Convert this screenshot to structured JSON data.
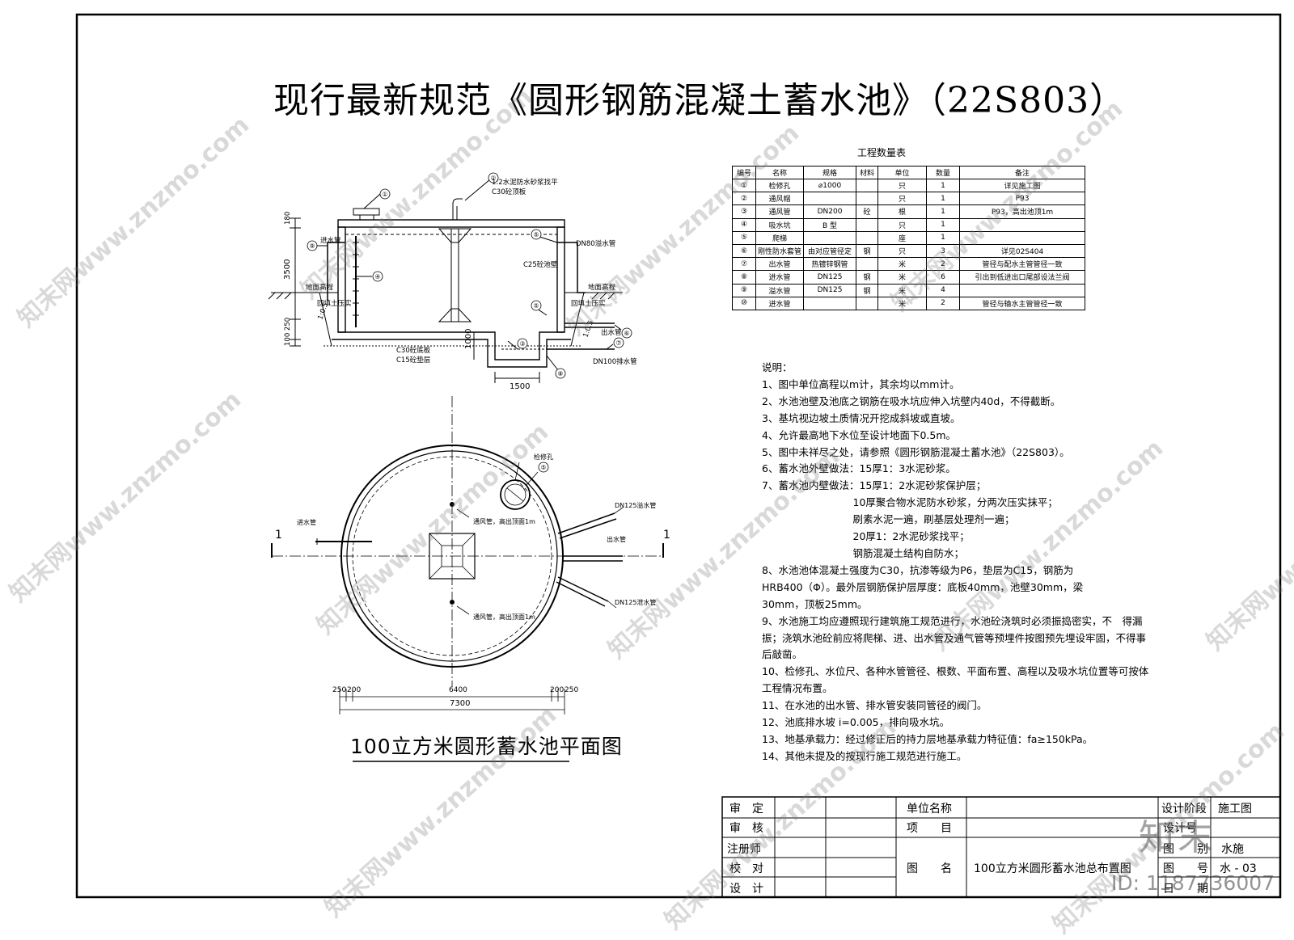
{
  "title": "现行最新规范《圆形钢筋混凝土蓄水池》（22S803）",
  "quantity_table": {
    "title": "工程数量表",
    "headers": [
      "编号",
      "名称",
      "规格",
      "材料",
      "单位",
      "数量",
      "备注"
    ],
    "rows": [
      [
        "①",
        "检修孔",
        "⌀1000",
        "",
        "只",
        "1",
        "详见施工图"
      ],
      [
        "②",
        "通风帽",
        "",
        "",
        "只",
        "1",
        "P93"
      ],
      [
        "③",
        "通风管",
        "DN200",
        "砼",
        "根",
        "1",
        "P93，高出池顶1m"
      ],
      [
        "④",
        "吸水坑",
        "B 型",
        "",
        "只",
        "1",
        ""
      ],
      [
        "⑤",
        "爬梯",
        "",
        "",
        "座",
        "1",
        ""
      ],
      [
        "⑥",
        "刚性防水套管",
        "由对应管径定",
        "钢",
        "只",
        "3",
        "详见02S404"
      ],
      [
        "⑦",
        "出水管",
        "热镀锌钢管",
        "",
        "米",
        "2",
        "管径与配水主管管径一致"
      ],
      [
        "⑧",
        "进水管",
        "DN125",
        "钢",
        "米",
        "6",
        "引出到低进出口尾部设法兰阀"
      ],
      [
        "⑨",
        "溢水管",
        "DN125",
        "钢",
        "米",
        "4",
        ""
      ],
      [
        "⑩",
        "进水管",
        "",
        "",
        "米",
        "2",
        "管径与输水主管管径一致"
      ]
    ]
  },
  "notes": [
    "说明：",
    "1、图中单位高程以m计，其余均以mm计。",
    "2、水池池壁及池底之钢筋在吸水坑应伸入坑壁内40d，不得截断。",
    "3、基坑视边坡土质情况开挖成斜坡或直坡。",
    "4、允许最高地下水位至设计地面下0.5m。",
    "5、图中未祥尽之处，请参照《圆形钢筋混凝土蓄水池》（22S803）。",
    "6、蓄水池外壁做法：15厚1：3水泥砂浆。",
    "7、蓄水池内壁做法：15厚1：2水泥砂浆保护层；",
    "　　　　　　　　　10厚聚合物水泥防水砂浆，分两次压实抹平；",
    "　　　　　　　　　刷素水泥一遍，刷基层处理剂一遍；",
    "　　　　　　　　　20厚1：2水泥砂浆找平；",
    "　　　　　　　　　钢筋混凝土结构自防水；",
    "8、水池池体混凝土强度为C30，抗渗等级为P6，垫层为C15，钢筋为",
    "HRB400（Φ）。最外层钢筋保护层厚度：底板40mm，池壁30mm，梁",
    "30mm，顶板25mm。",
    "9、水池施工均应遵照现行建筑施工规范进行，水池砼浇筑时必须振捣密实，不　得漏",
    "振；浇筑水池砼前应将爬梯、进、出水管及通气管等预埋件按图预先埋设牢固，不得事",
    "后敲凿。",
    "10、检修孔、水位尺、各种水管管径、根数、平面布置、高程以及吸水坑位置等可按体",
    "工程情况布置。",
    "11、在水池的出水管、排水管安装同管径的阀门。",
    "12、池底排水坡 i=0.005，排向吸水坑。",
    "13、地基承载力：经过修正后的持力层地基承载力特征值：fa≥150kPa。",
    "14、其他未提及的按现行施工规范进行施工。"
  ],
  "section": {
    "labels": {
      "mortar": "1:2水泥防水砂浆找平",
      "roof": "C30砼顶板",
      "inlet": "进水管",
      "overflow": "DN80溢水管",
      "wall": "C25砼池壁",
      "ground_left": "地面高程",
      "ground_right": "地面高程",
      "backfill_left": "回填土压实",
      "backfill_right": "回填土压实",
      "outlet": "出水管",
      "drain": "DN100排水管",
      "base": "C30砼底板",
      "cushion": "C15砼垫层",
      "slope_left": "1:0.5",
      "slope_right": "1:0.5"
    },
    "dims": {
      "top": "180",
      "height": "3500",
      "bottom": "100 250",
      "sump": "1000",
      "width": "1500"
    },
    "markers": [
      "①",
      "②",
      "③",
      "④",
      "⑤",
      "⑥",
      "⑦",
      "⑧",
      "⑨",
      "⑤"
    ]
  },
  "plan": {
    "caption": "100立方米圆形蓄水池平面图",
    "labels": {
      "manhole": "检修孔",
      "inlet": "进水管",
      "vent1": "通风管，高出顶面1m",
      "vent2": "通风管，高出顶面1m",
      "overflow": "DN125溢水管",
      "outlet": "出水管",
      "drain": "DN125泄水管",
      "marker": "⑤",
      "section_mark": "1"
    },
    "dims": {
      "d250a": "250",
      "d200a": "200",
      "d6400": "6400",
      "d200b": "200",
      "d250b": "250",
      "d7300": "7300"
    }
  },
  "title_block": {
    "roles": [
      "审　定",
      "审　核",
      "注册师",
      "校　对",
      "设　计"
    ],
    "unit_label": "单位名称",
    "project_label": "项　　目",
    "drawing_name_label": "图　　名",
    "drawing_name": "100立方米圆形蓄水池总布置图",
    "stage_label": "设计阶段",
    "stage_value": "施工图",
    "label_2": "设计号",
    "label_3": "图　　别",
    "value_3": "水施",
    "label_4": "图　　号",
    "value_4": "水 - 03",
    "label_5": "日　　期",
    "value_5": ""
  },
  "watermark": {
    "text": "知末网www.znzmo.com",
    "logo": "知末",
    "id": "ID: 1187736007"
  }
}
